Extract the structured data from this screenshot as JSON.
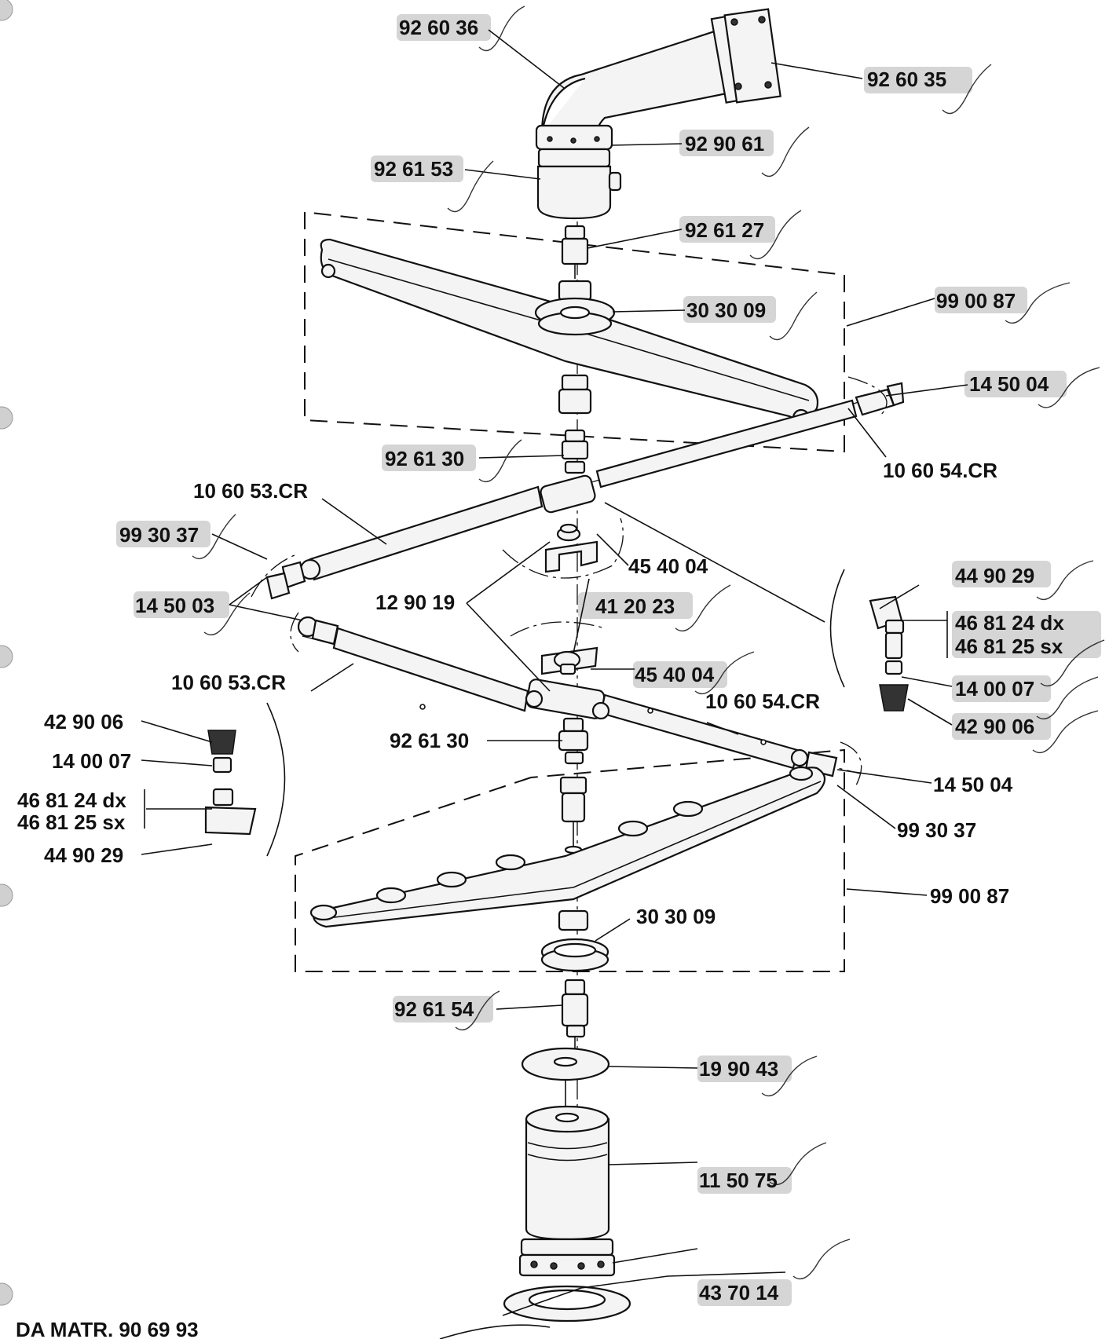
{
  "labels": {
    "l_926036": "92 60 36",
    "l_926035": "92 60 35",
    "l_929061": "92 90 61",
    "l_926153": "92 61 53",
    "l_926127": "92 61 27",
    "l_990087_top": "99 00 87",
    "l_303009_top": "30 30 09",
    "l_145004_top": "14 50 04",
    "l_106054_top": "10 60 54.CR",
    "l_926130_top": "92 61 30",
    "l_106053_top": "10 60 53.CR",
    "l_993037_left": "99 30 37",
    "l_454004_top": "45 40 04",
    "l_449029_right": "44 90 29",
    "l_468124_right": "46 81 24 dx",
    "l_468125_right": "46 81 25 sx",
    "l_140007_right": "14 00 07",
    "l_429006_right": "42 90 06",
    "l_145003": "14 50 03",
    "l_129019": "12 90 19",
    "l_412023": "41 20 23",
    "l_106053_mid": "10 60 53.CR",
    "l_454004_mid": "45 40 04",
    "l_106054_mid": "10 60 54.CR",
    "l_429006_left": "42 90 06",
    "l_140007_left": "14 00 07",
    "l_468124_left": "46 81 24 dx",
    "l_468125_left": "46 81 25 sx",
    "l_449029_left": "44 90 29",
    "l_926130_bot": "92 61 30",
    "l_145004_bot": "14 50 04",
    "l_993037_bot": "99 30 37",
    "l_990087_bot": "99 00 87",
    "l_303009_bot": "30 30 09",
    "l_926154": "92 61 54",
    "l_199043": "19 90 43",
    "l_115075": "11 50 75",
    "l_437014": "43 70 14",
    "footer": "DA MATR. 90 69 93"
  }
}
